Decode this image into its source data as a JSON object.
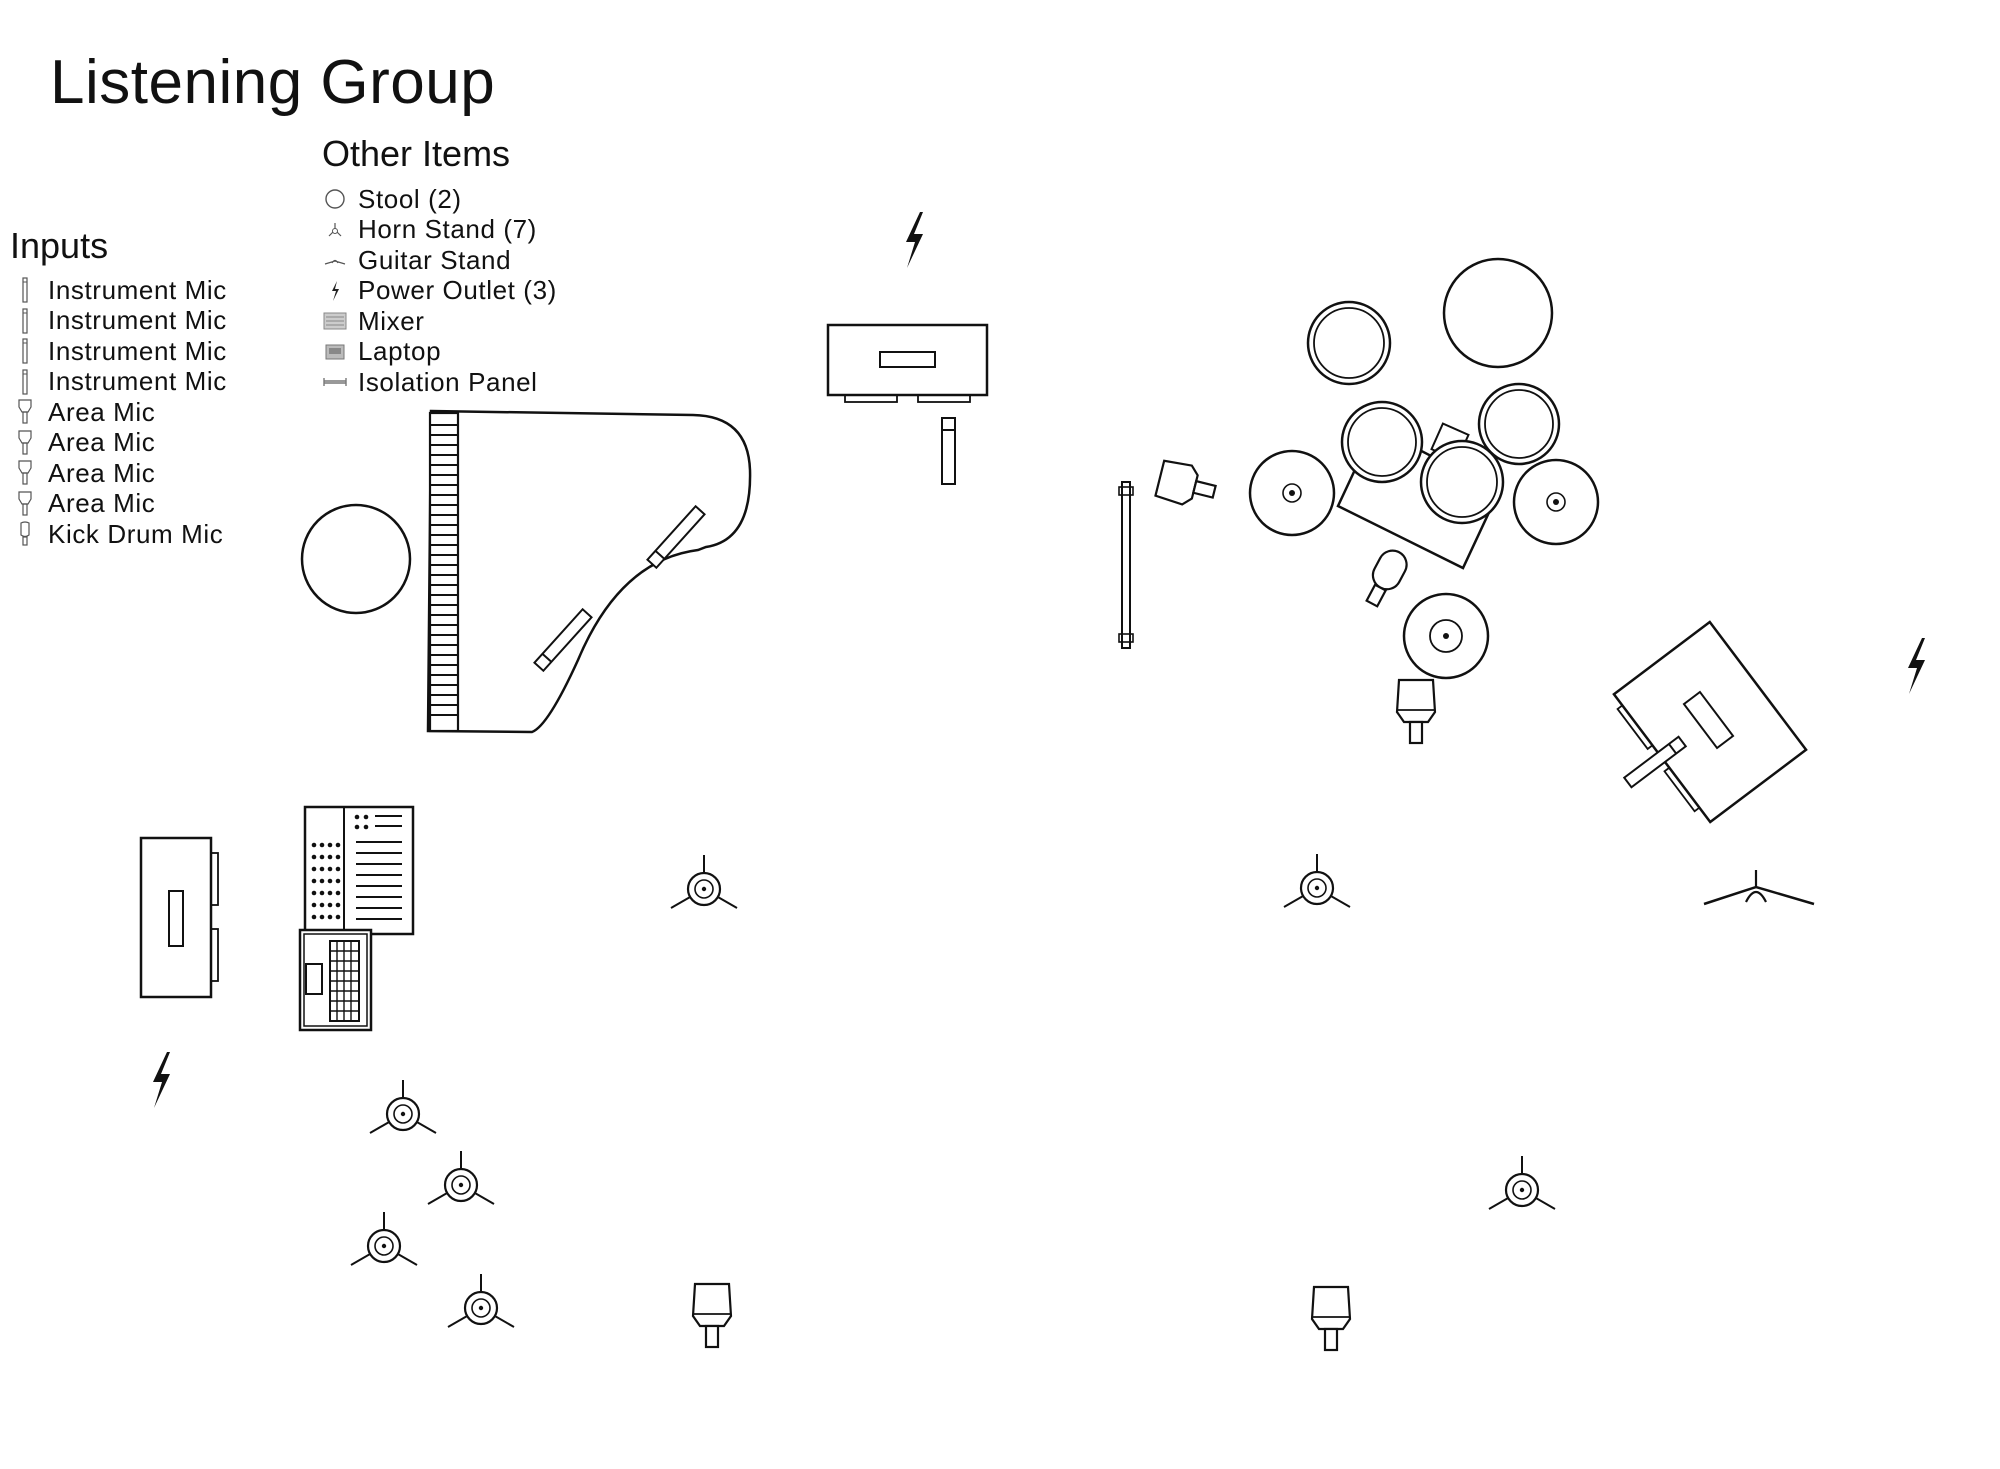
{
  "title": "Listening Group",
  "inputs": {
    "heading": "Inputs",
    "items": [
      {
        "label": "Instrument Mic",
        "icon": "instrument-mic-icon"
      },
      {
        "label": "Instrument Mic",
        "icon": "instrument-mic-icon"
      },
      {
        "label": "Instrument Mic",
        "icon": "instrument-mic-icon"
      },
      {
        "label": "Instrument Mic",
        "icon": "instrument-mic-icon"
      },
      {
        "label": "Area Mic",
        "icon": "area-mic-icon"
      },
      {
        "label": "Area Mic",
        "icon": "area-mic-icon"
      },
      {
        "label": "Area Mic",
        "icon": "area-mic-icon"
      },
      {
        "label": "Area Mic",
        "icon": "area-mic-icon"
      },
      {
        "label": "Kick Drum Mic",
        "icon": "kick-drum-mic-icon"
      }
    ]
  },
  "other_items": {
    "heading": "Other Items",
    "items": [
      {
        "label": "Stool (2)",
        "icon": "stool-icon"
      },
      {
        "label": "Horn Stand (7)",
        "icon": "horn-stand-icon"
      },
      {
        "label": "Guitar Stand",
        "icon": "guitar-stand-icon"
      },
      {
        "label": "Power Outlet (3)",
        "icon": "power-outlet-icon"
      },
      {
        "label": "Mixer",
        "icon": "mixer-icon"
      },
      {
        "label": "Laptop",
        "icon": "laptop-icon"
      },
      {
        "label": "Isolation Panel",
        "icon": "isolation-panel-icon"
      }
    ]
  },
  "stroke_color": "#111111"
}
